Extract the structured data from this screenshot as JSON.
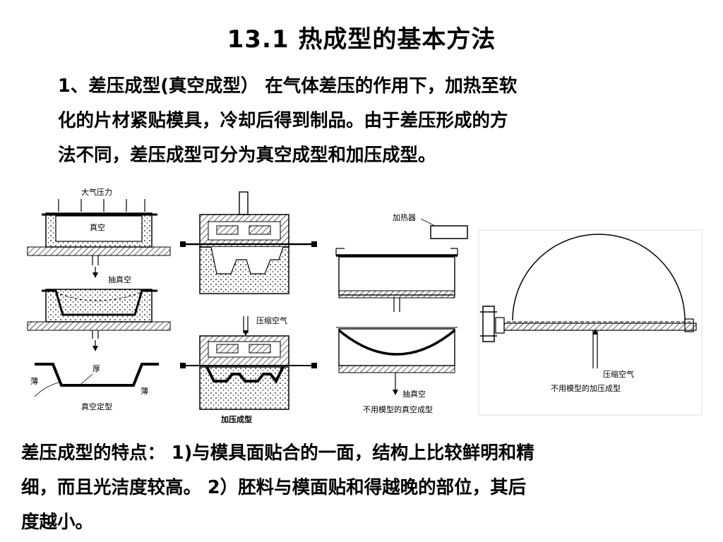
{
  "title": "13.1 热成型的基本方法",
  "intro": {
    "line1": "1、差压成型(真空成型） 在气体差压的作用下，加热至软",
    "line2": "化的片材紧贴模具，冷却后得到制品。由于差压形成的方",
    "line3": "法不同，差压成型可分为真空成型和加压成型。"
  },
  "figures": {
    "vacuum": {
      "atm_pressure": "大气压力",
      "vacuum": "真空",
      "evacuate": "抽真空",
      "thick": "厚",
      "thin_left": "薄",
      "thin_right": "薄",
      "caption": "真空定型"
    },
    "pressure": {
      "compressed_air": "压缩空气",
      "caption": "加压成型"
    },
    "moldless_vacuum": {
      "heater": "加热器",
      "evacuate": "抽真空",
      "caption": "不用模型的真空成型"
    },
    "moldless_pressure": {
      "compressed_air": "压缩空气",
      "caption": "不用模型的加压成型"
    }
  },
  "features": {
    "line1": "差压成型的特点： 1)与模具面贴合的一面，结构上比较鲜明和精",
    "line2": "细，而且光洁度较高。 2）胚料与模面贴和得越晚的部位，其后",
    "line3": "度越小。"
  }
}
